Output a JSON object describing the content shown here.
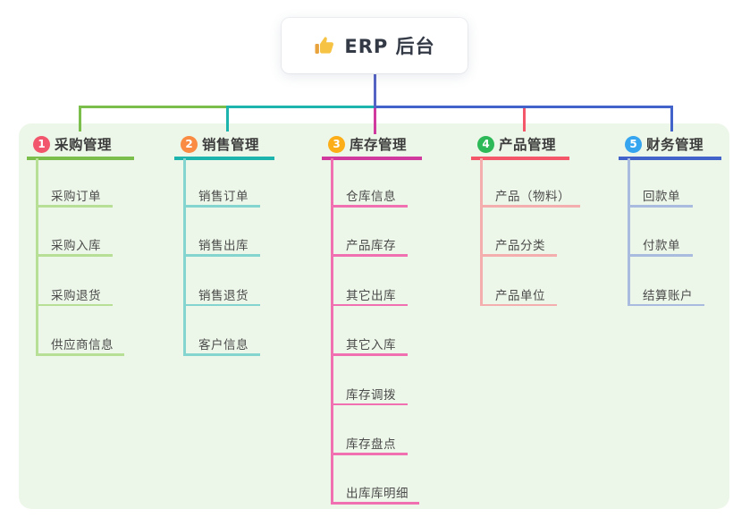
{
  "root": {
    "label": "ERP 后台",
    "icon": "thumbs-up",
    "connector_color": "#5564c4",
    "card_background": "#ffffff"
  },
  "panel": {
    "background": "#edf7e9"
  },
  "branches": [
    {
      "number": "1",
      "title": "采购管理",
      "badge_color": "#f2566c",
      "line_color": "#7cbe4b",
      "child_line_color": "#b8df96",
      "children": [
        "采购订单",
        "采购入库",
        "采购退货",
        "供应商信息"
      ]
    },
    {
      "number": "2",
      "title": "销售管理",
      "badge_color": "#f98b42",
      "line_color": "#1db4ae",
      "child_line_color": "#84d5cf",
      "children": [
        "销售订单",
        "销售出库",
        "销售退货",
        "客户信息"
      ]
    },
    {
      "number": "3",
      "title": "库存管理",
      "badge_color": "#fbae17",
      "line_color": "#d03a9e",
      "child_line_color": "#f070b2",
      "children": [
        "仓库信息",
        "产品库存",
        "其它出库",
        "其它入库",
        "库存调拨",
        "库存盘点",
        "出库库明细"
      ]
    },
    {
      "number": "4",
      "title": "产品管理",
      "badge_color": "#2eb958",
      "line_color": "#f4566a",
      "child_line_color": "#f5aeae",
      "children": [
        "产品（物料）",
        "产品分类",
        "产品单位"
      ]
    },
    {
      "number": "5",
      "title": "财务管理",
      "badge_color": "#35a5f0",
      "line_color": "#4163ca",
      "child_line_color": "#a9bbdf",
      "children": [
        "回款单",
        "付款单",
        "结算账户"
      ]
    }
  ]
}
